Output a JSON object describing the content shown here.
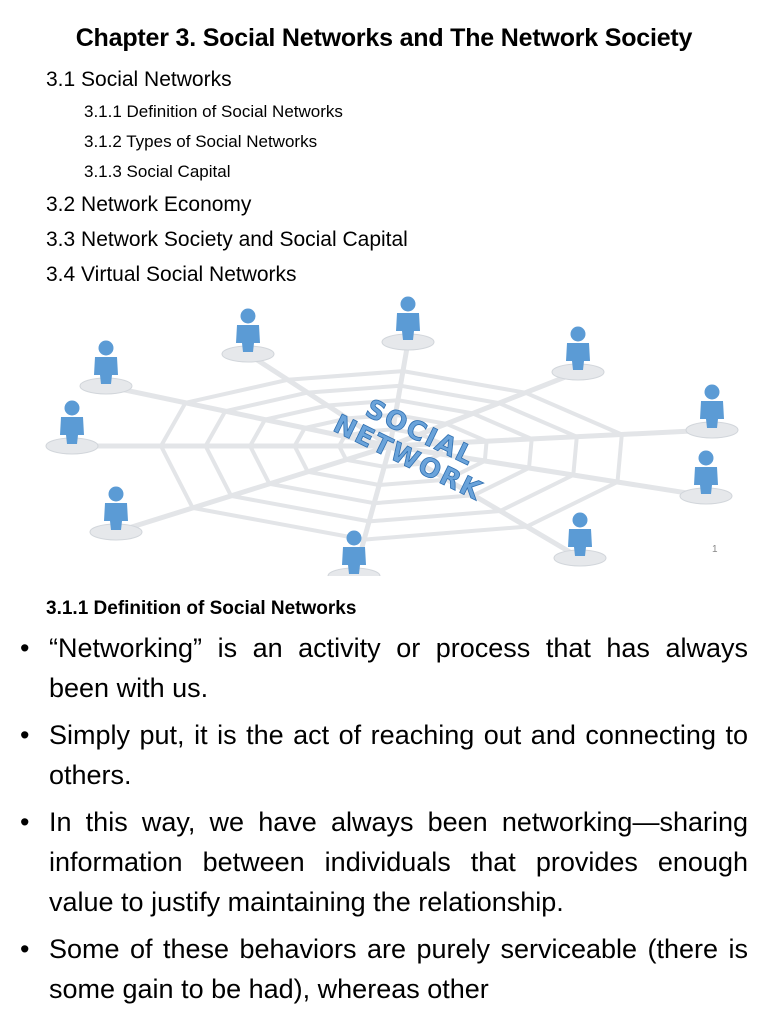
{
  "slide1": {
    "title": "Chapter 3. Social Networks and The Network Society",
    "toc": [
      {
        "label": "3.1 Social Networks",
        "level": 1
      },
      {
        "label": "3.1.1 Definition of Social Networks",
        "level": 2
      },
      {
        "label": "3.1.2 Types of Social Networks",
        "level": 2
      },
      {
        "label": "3.1.3 Social Capital",
        "level": 2
      },
      {
        "label": "3.2 Network Economy",
        "level": 1
      },
      {
        "label": "3.3 Network Society and Social Capital",
        "level": 1
      },
      {
        "label": "3.4 Virtual Social Networks",
        "level": 1
      }
    ],
    "illustration": {
      "caption_line1": "SOCIAL",
      "caption_line2": "NETWORK",
      "person_icon": "person-icon",
      "figure_color": "#5b9bd5",
      "web_color": "#e3e5e8"
    },
    "page_number": "1"
  },
  "slide2": {
    "heading": "3.1.1 Definition of Social Networks",
    "bullets": [
      "“Networking” is an activity or process that has always been with us.",
      "Simply put, it is the act of reaching out and connecting to others.",
      "In this way, we have always been networking—sharing information between individuals that provides enough value to justify maintaining the relationship.",
      "Some of these behaviors are purely serviceable (there is some gain to be had), whereas other"
    ]
  }
}
